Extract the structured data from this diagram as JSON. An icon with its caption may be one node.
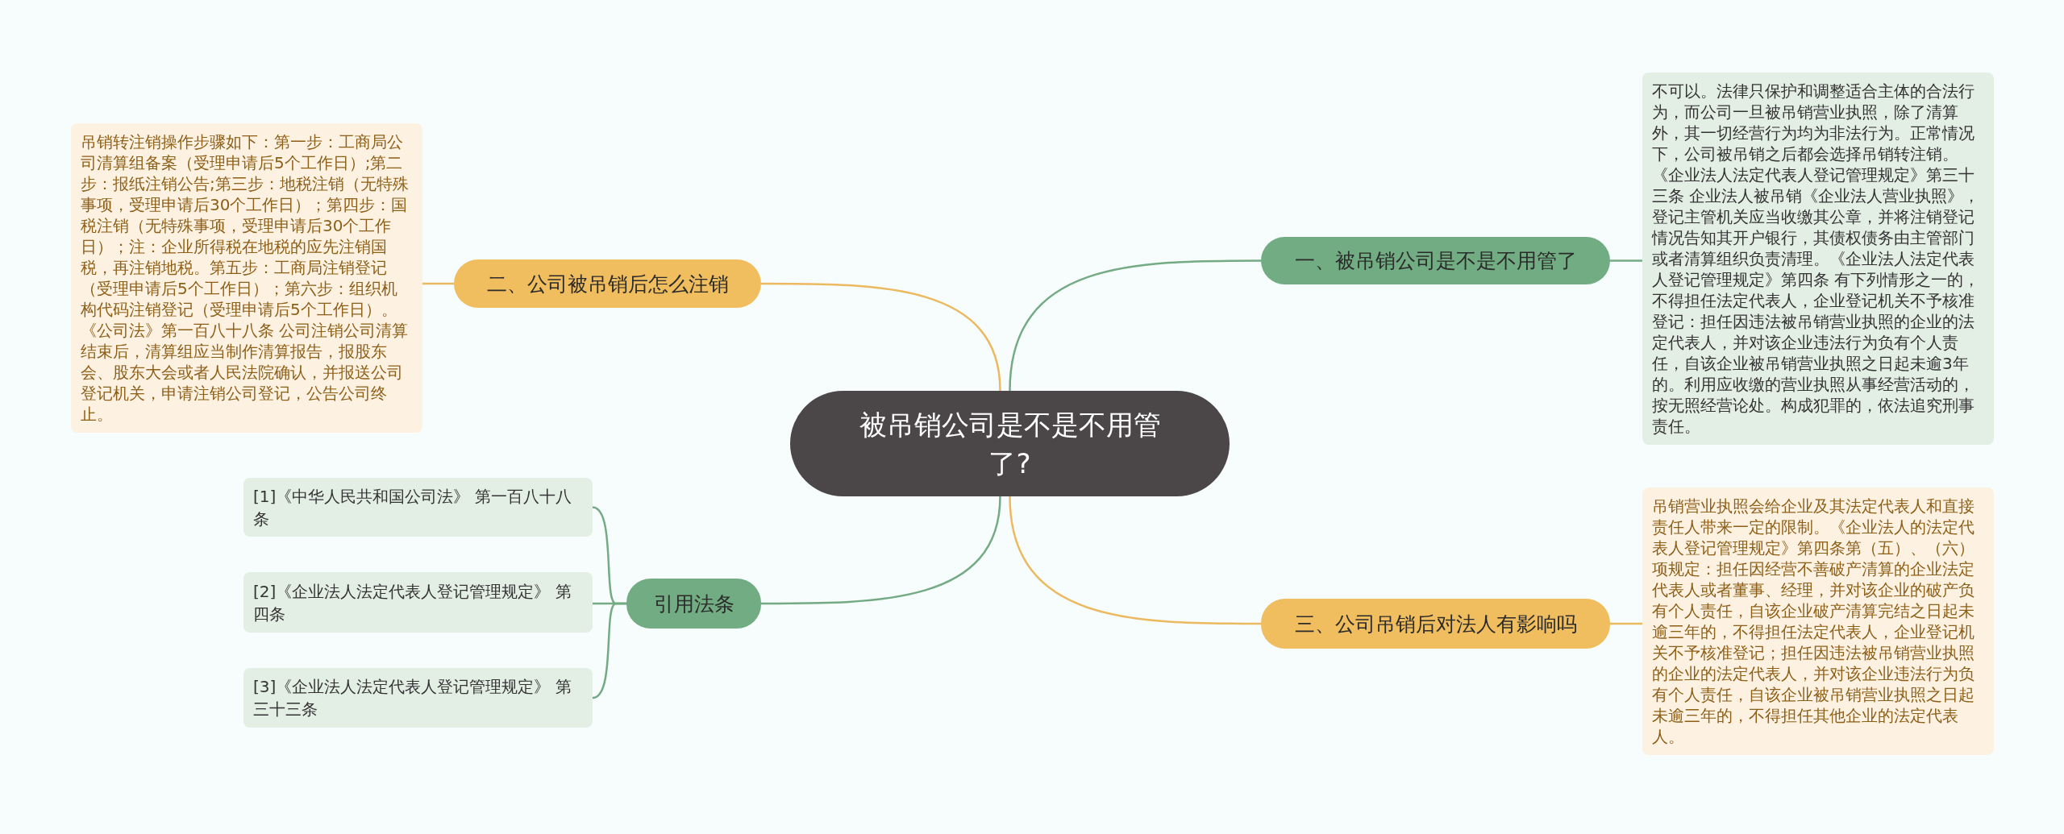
{
  "diagram": {
    "nodes": [
      {
        "text": [
          "被吊销公司是不是不用管了?"
        ]
      },
      {
        "text": [
          "一、被吊销公司是不是不用管了"
        ]
      },
      {
        "text": [
          "不可以。法律只保护和调整适合主体的合法行为，而公司一旦被吊销营业执照，除了清算外，其一切经营行为均为非法行为。正常情况下，公司被吊销之后都会选择吊销转注销。《企业法人法定代表人登记管理规定》第三十三条 企业法人被吊销《企业法人营业执照》，登记主管机关应当收缴其公章，并将注销登记情况告知其开户银行，其债权债务由主管部门或者清算组织负责清理。《企业法人法定代表人登记管理规定》第四条 有下列情形之一的，不得担任法定代表人，企业登记机关不予核准登记：担任因违法被吊销营业执照的企业的法定代表人，并对该企业违法行为负有个人责任，自该企业被吊销营业执照之日起未逾3年的。利用应收缴的营业执照从事经营活动的，按无照经营论处。构成犯罪的，依法追究刑事责任。"
        ]
      },
      {
        "text": [
          "二、公司被吊销后怎么注销"
        ]
      },
      {
        "text": [
          "吊销转注销操作步骤如下：第一步：工商局公司清算组备案（受理申请后5个工作日）;第二步：报纸注销公告;第三步：地税注销（无特殊事项，受理申请后30个工作日）；第四步：国税注销（无特殊事项，受理申请后30个工作日）；注：企业所得税在地税的应先注销国税，再注销地税。第五步：工商局注销登记（受理申请后5个工作日）；第六步：组织机构代码注销登记（受理申请后5个工作日）。《公司法》第一百八十八条 公司注销公司清算结束后，清算组应当制作清算报告，报股东会、股东大会或者人民法院确认，并报送公司登记机关，申请注销公司登记，公告公司终止。"
        ]
      },
      {
        "text": [
          "引用法条"
        ]
      },
      {
        "text": [
          "[1]《中华人民共和国公司法》 第一百八十八条"
        ]
      },
      {
        "text": [
          "[2]《企业法人法定代表人登记管理规定》 第四条"
        ]
      },
      {
        "text": [
          "[3]《企业法人法定代表人登记管理规定》 第三十三条"
        ]
      },
      {
        "text": [
          "三、公司吊销后对法人有影响吗"
        ]
      },
      {
        "text": [
          "吊销营业执照会给企业及其法定代表人和直接责任人带来一定的限制。《企业法人的法定代表人登记管理规定》第四条第（五）、（六）项规定：担任因经营不善破产清算的企业法定代表人或者董事、经理，并对该企业的破产负有个人责任，自该企业破产清算完结之日起未逾三年的，不得担任法定代表人，企业登记机关不予核准登记；担任因违法被吊销营业执照的企业的法定代表人，并对该企业违法行为负有个人责任，自该企业被吊销营业执照之日起未逾三年的，不得担任其他企业的法定代表人。"
        ]
      }
    ],
    "edges": [
      {
        "from": 0,
        "to": 1,
        "arrow": "none"
      },
      {
        "from": 1,
        "to": 2,
        "arrow": "none"
      },
      {
        "from": 0,
        "to": 3,
        "arrow": "none",
        "color": "#ebb95f"
      },
      {
        "from": 3,
        "to": 4,
        "arrow": "none",
        "color": "#ebb95f"
      },
      {
        "from": 0,
        "to": 5,
        "arrow": "none"
      },
      {
        "from": 5,
        "to": 6,
        "arrow": "none"
      },
      {
        "from": 5,
        "to": 7,
        "arrow": "none"
      },
      {
        "from": 5,
        "to": 8,
        "arrow": "none"
      },
      {
        "from": 0,
        "to": 9,
        "arrow": "none",
        "color": "#ebb95f"
      },
      {
        "from": 9,
        "to": 10,
        "arrow": "none",
        "color": "#ebb95f"
      }
    ]
  }
}
